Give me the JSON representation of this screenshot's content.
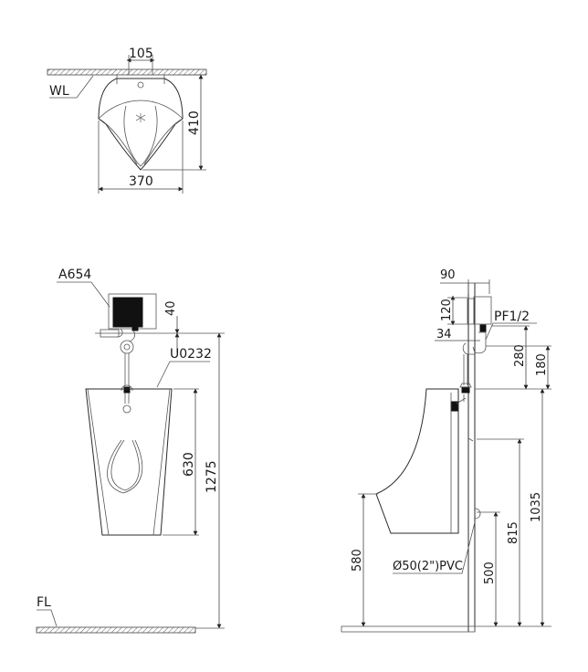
{
  "title": "Wall-hung urinal installation drawing",
  "colors": {
    "line": "#2a2a2a",
    "background": "#ffffff",
    "sensor_body": "#111111"
  },
  "top_view": {
    "wall_label": "WL",
    "dim_inlet_spacing": "105",
    "dim_projection": "410",
    "dim_width": "370"
  },
  "front_view": {
    "sensor_label": "A654",
    "urinal_label": "U0232",
    "dim_sensor_offset": "40",
    "dim_bowl_height": "630",
    "dim_total_height": "1275",
    "floor_label": "FL"
  },
  "side_view": {
    "dim_sensor_depth": "90",
    "dim_sensor_height": "120",
    "dim_pipe_offset": "34",
    "inlet_label": "PF1/2",
    "dim_inlet_to_top": "280",
    "dim_sensor_to_top": "180",
    "dim_rim_height": "580",
    "outlet_label": "Ø50(2\")PVC",
    "dim_outlet_height": "500",
    "dim_mount_height": "815",
    "dim_top_height": "1035"
  }
}
